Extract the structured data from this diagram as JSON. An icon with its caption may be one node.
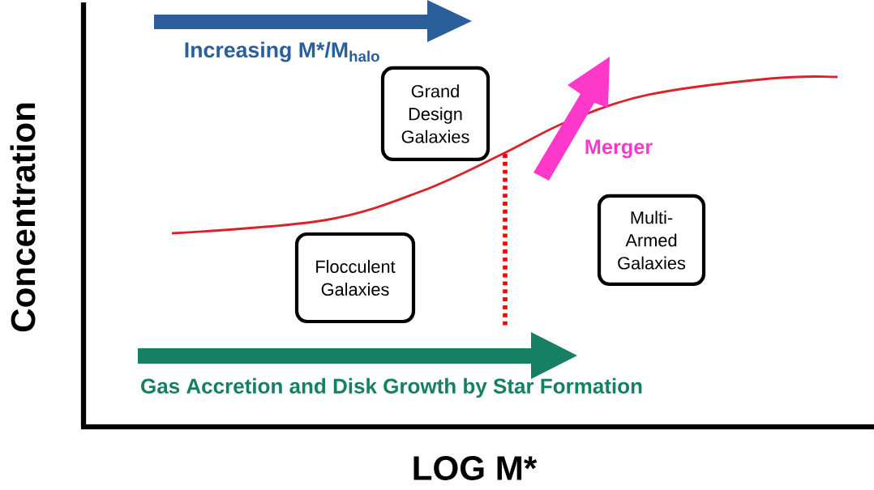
{
  "diagram": {
    "nodes": [
      {
        "text": [
          "Grand Design Galaxies"
        ]
      },
      {
        "text": [
          "Flocculent Galaxies"
        ]
      },
      {
        "text": [
          "Multi-Armed Galaxies"
        ]
      }
    ],
    "labels": [
      "Increasing M*/M$_{halo}$",
      "Merger",
      "Gas Accretion and Disk Growth by Star Formation",
      "Concentration",
      "LOG M*"
    ]
  }
}
